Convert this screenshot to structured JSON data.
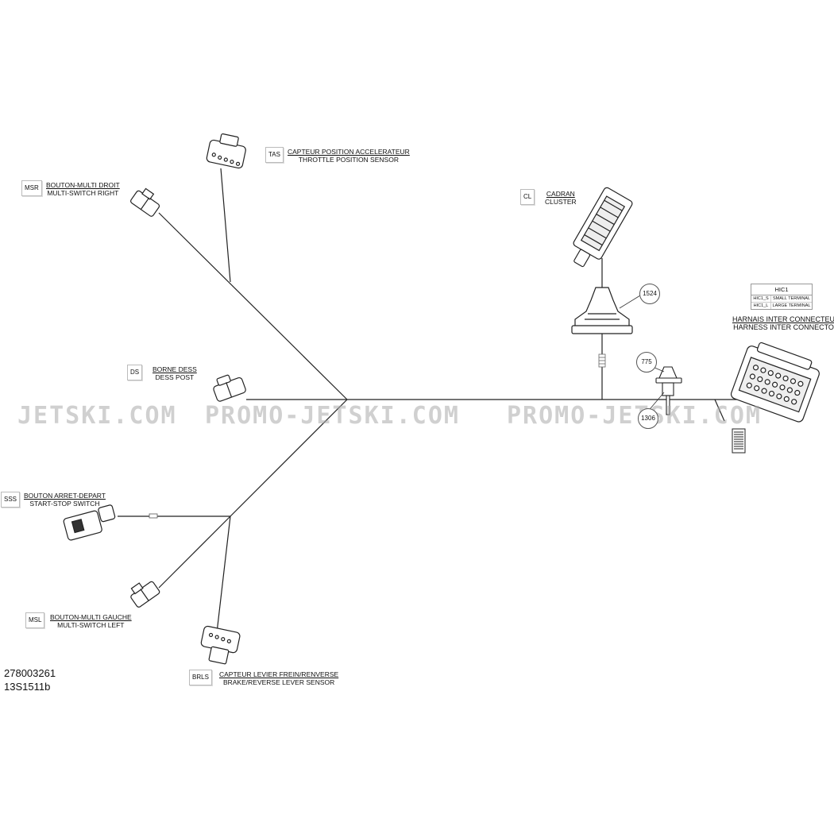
{
  "watermarks": [
    "JETSKI.COM",
    "PROMO-JETSKI.COM",
    "PROMO-JETSKI.COM"
  ],
  "components": {
    "tas": {
      "code": "TAS",
      "label_fr": "CAPTEUR POSITION ACCELERATEUR",
      "label_en": "THROTTLE POSITION SENSOR"
    },
    "msr": {
      "code": "MSR",
      "label_fr": "BOUTON-MULTI DROIT",
      "label_en": "MULTI-SWITCH RIGHT"
    },
    "cl": {
      "code": "CL",
      "label_fr": "CADRAN",
      "label_en": "CLUSTER"
    },
    "ds": {
      "code": "DS",
      "label_fr": "BORNE DESS",
      "label_en": "DESS POST"
    },
    "sss": {
      "code": "SSS",
      "label_fr": "BOUTON ARRET-DEPART",
      "label_en": "START-STOP SWITCH"
    },
    "msl": {
      "code": "MSL",
      "label_fr": "BOUTON-MULTI GAUCHE",
      "label_en": "MULTI-SWITCH LEFT"
    },
    "brls": {
      "code": "BRLS",
      "label_fr": "CAPTEUR LEVIER FREIN/RENVERSE",
      "label_en": "BRAKE/REVERSE LEVER SENSOR"
    },
    "hic": {
      "label_fr": "HARNAIS INTER CONNECTEUR",
      "label_en": "HARNESS INTER CONNECTOR"
    }
  },
  "hic_table": {
    "title": "HIC1",
    "rows": [
      {
        "key": "HIC1_S",
        "value": "SMALL TERMINAL"
      },
      {
        "key": "HIC1_L",
        "value": "LARGE TERMINAL"
      }
    ]
  },
  "callouts": {
    "c1524": "1524",
    "c775": "775",
    "c1306": "1306"
  },
  "doc_ref": {
    "part_number": "278003261",
    "drawing_id": "13S1511b"
  }
}
